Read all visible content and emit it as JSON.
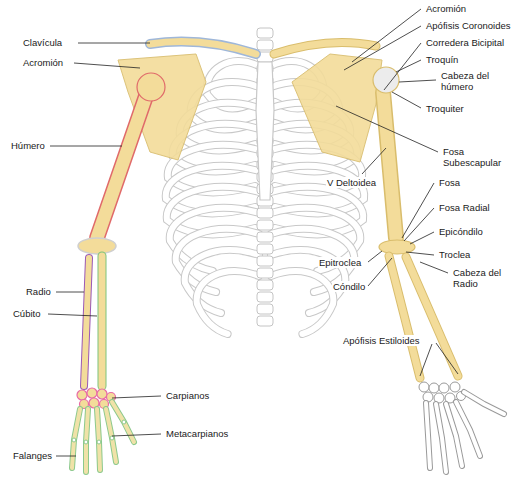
{
  "diagram": {
    "labels": [
      "Clavícula",
      "Acromión",
      "Húmero",
      "Radio",
      "Cúbito",
      "Carpianos",
      "Metacarpianos",
      "Falanges",
      "Acromión",
      "Apófisis Coronoides",
      "Corredera Bicipital",
      "Troquín",
      "Cabeza del húmero",
      "Troquiter",
      "Fosa Subescapular",
      "V Deltoidea",
      "Fosa",
      "Fosa Radial",
      "Epicóndilo",
      "Epitroclea",
      "Troclea",
      "Cóndilo",
      "Cabeza del Radio",
      "Apófisis Estiloides"
    ]
  }
}
